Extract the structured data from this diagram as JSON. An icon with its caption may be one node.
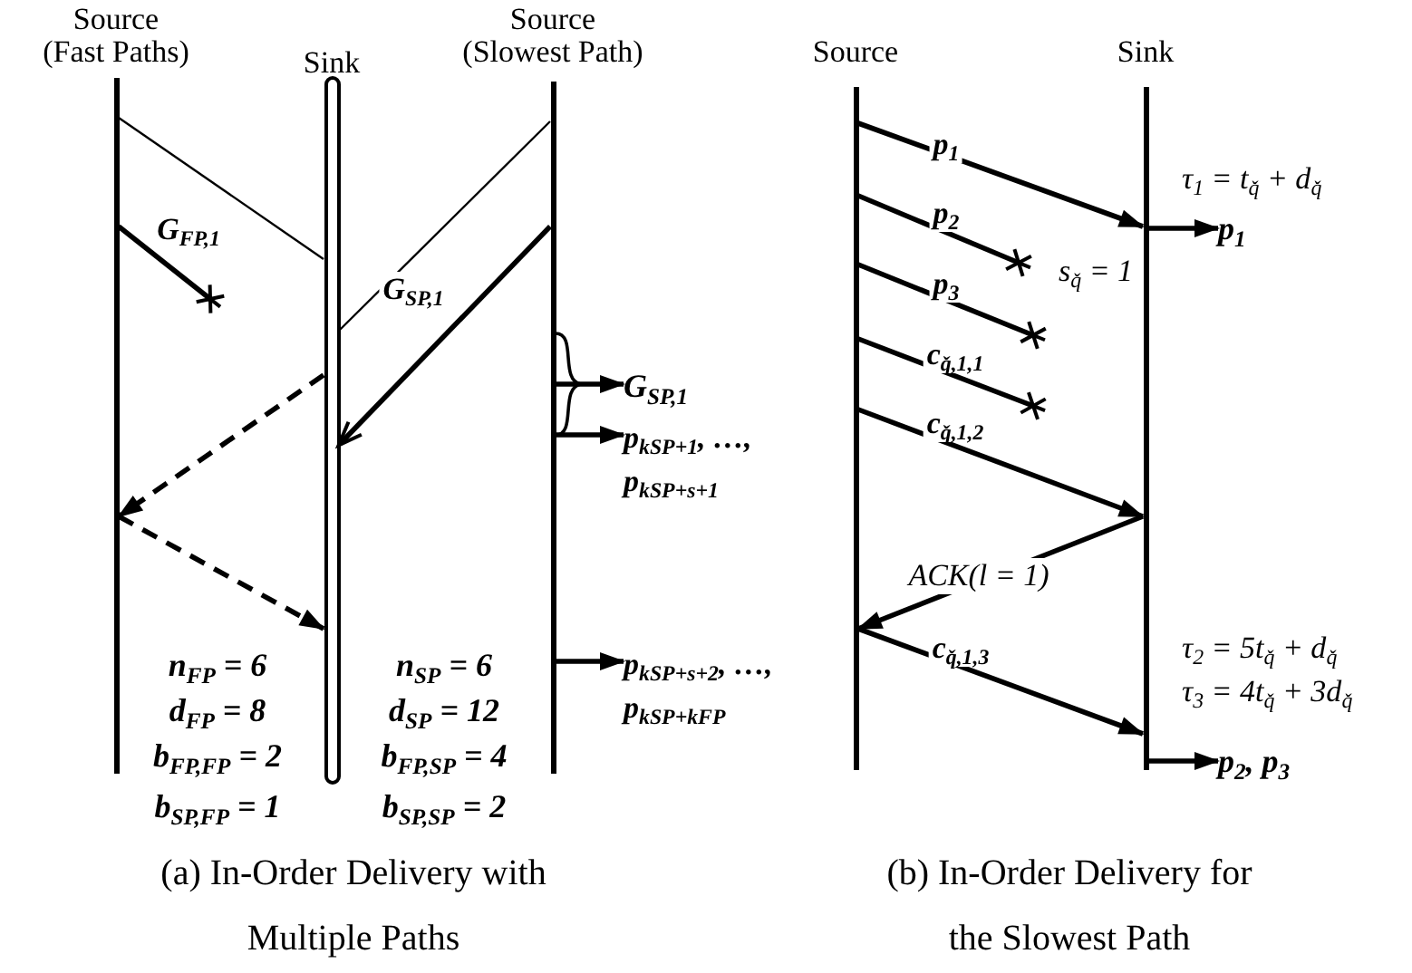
{
  "diagram": {
    "nodes": [
      {
        "text": [
          "Source (Fast Paths)"
        ]
      },
      {
        "text": [
          "Sink"
        ]
      },
      {
        "text": [
          "Source (Slowest Path)"
        ]
      },
      {
        "text": [
          "Source"
        ]
      },
      {
        "text": [
          "Sink"
        ]
      },
      {
        "text": [
          "G$_{SP,1}$"
        ]
      },
      {
        "text": [
          "p$_{kSP+1}$, …, p$_{kSP+s+1}$"
        ]
      },
      {
        "text": [
          "p$_{kSP+s+2}$, …, p$_{kSP+kFP}$"
        ]
      },
      {
        "text": [
          "p$_{1}$"
        ]
      },
      {
        "text": [
          "p$_{2}$, p$_{3}$"
        ]
      }
    ],
    "edges": [
      {
        "from": 0,
        "to": 1,
        "arrow": "none"
      },
      {
        "from": 0,
        "to": null,
        "arrow": "other",
        "label": "G$_{FP,1}$"
      },
      {
        "from": 2,
        "to": 1,
        "arrow": "none"
      },
      {
        "from": 2,
        "to": 1,
        "arrow": "to",
        "label": "G$_{SP,1}$"
      },
      {
        "from": 1,
        "to": 0,
        "arrow": "to",
        "style": "dashed"
      },
      {
        "from": 0,
        "to": 1,
        "arrow": "to",
        "style": "dashed"
      },
      {
        "from": 2,
        "to": 5,
        "arrow": "to"
      },
      {
        "from": 2,
        "to": 6,
        "arrow": "to"
      },
      {
        "from": 2,
        "to": 7,
        "arrow": "to"
      },
      {
        "from": 3,
        "to": 4,
        "arrow": "to",
        "label": "p$_{1}$"
      },
      {
        "from": 3,
        "to": null,
        "arrow": "other",
        "label": "p$_{2}$"
      },
      {
        "from": 3,
        "to": null,
        "arrow": "other",
        "label": "p$_{3}$"
      },
      {
        "from": 3,
        "to": null,
        "arrow": "other",
        "label": "c$_{q̌,1,1}$"
      },
      {
        "from": 3,
        "to": 4,
        "arrow": "to",
        "label": "c$_{q̌,1,2}$"
      },
      {
        "from": 4,
        "to": 3,
        "arrow": "to",
        "label": "ACK(l = 1)"
      },
      {
        "from": 3,
        "to": 4,
        "arrow": "to",
        "label": "c$_{q̌,1,3}$"
      },
      {
        "from": 4,
        "to": 8,
        "arrow": "to"
      },
      {
        "from": 4,
        "to": 9,
        "arrow": "to"
      }
    ],
    "labels": [
      "τ$_{1}$ = t$_{q̌}$ + d$_{q̌}$",
      "s$_{q̌}$ = 1",
      "τ$_{2}$ = 5t$_{q̌}$ + d$_{q̌}$",
      "τ$_{3}$ = 4t$_{q̌}$ + 3d$_{q̌}$",
      "n$_{FP}$ = 6",
      "n$_{SP}$ = 6",
      "d$_{FP}$ = 8",
      "d$_{SP}$ = 12",
      "b$_{FP,FP}$ = 2",
      "b$_{FP,SP}$ = 4",
      "b$_{SP,FP}$ = 1",
      "b$_{SP,SP}$ = 2",
      "(a) In-Order Delivery with Multiple Paths",
      "(b) In-Order Delivery for the Slowest Path"
    ]
  }
}
